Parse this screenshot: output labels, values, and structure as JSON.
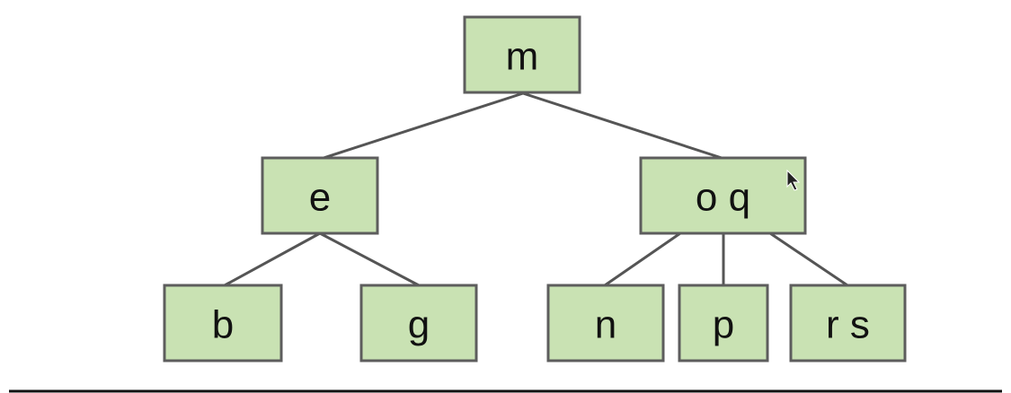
{
  "tree": {
    "nodes": [
      {
        "id": "m",
        "label": "m"
      },
      {
        "id": "e",
        "label": "e"
      },
      {
        "id": "oq",
        "label": "o q"
      },
      {
        "id": "b",
        "label": "b"
      },
      {
        "id": "g",
        "label": "g"
      },
      {
        "id": "n",
        "label": "n"
      },
      {
        "id": "p",
        "label": "p"
      },
      {
        "id": "rs",
        "label": "r s"
      }
    ],
    "edges": [
      {
        "from": "m",
        "to": "e"
      },
      {
        "from": "m",
        "to": "oq"
      },
      {
        "from": "e",
        "to": "b"
      },
      {
        "from": "e",
        "to": "g"
      },
      {
        "from": "oq",
        "to": "n"
      },
      {
        "from": "oq",
        "to": "p"
      },
      {
        "from": "oq",
        "to": "rs"
      }
    ]
  },
  "colors": {
    "node_fill": "#c9e2b3",
    "node_border": "#5d5d5d",
    "edge": "#555555"
  }
}
